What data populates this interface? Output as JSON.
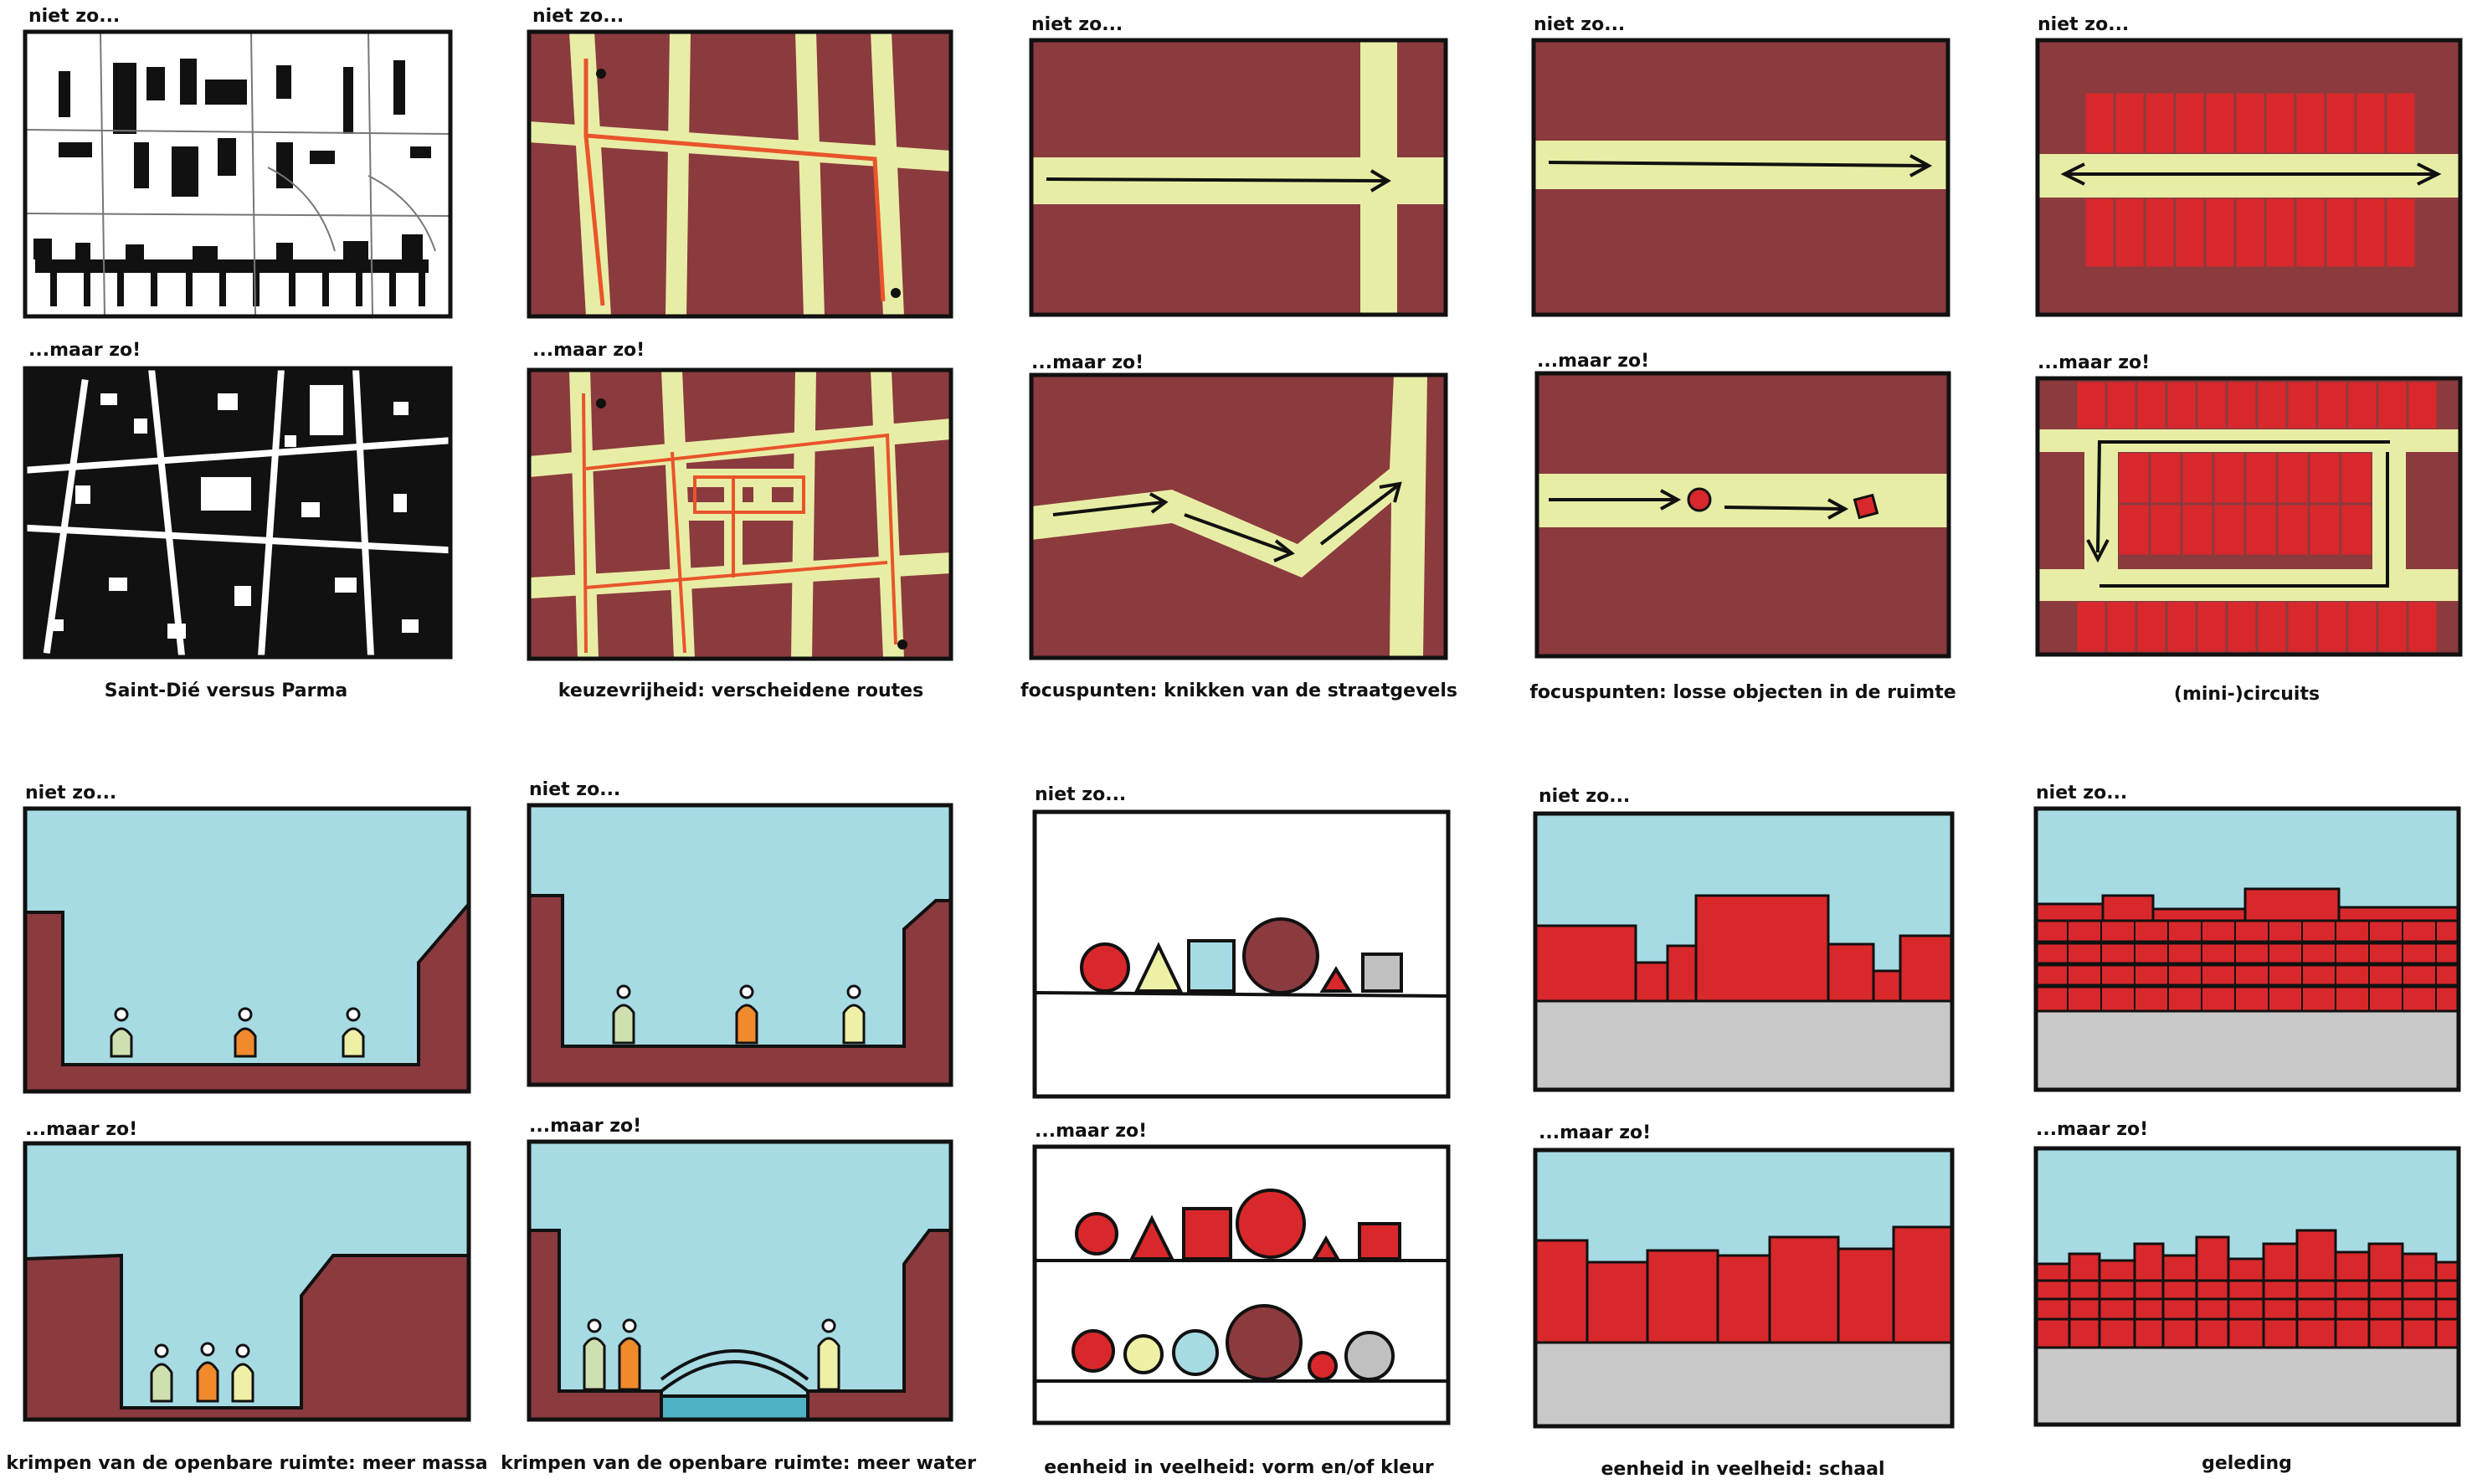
{
  "labels": {
    "before": "niet zo...",
    "after": "...maar zo!"
  },
  "captions": [
    "Saint-Dié versus Parma",
    "keuzevrijheid: verscheidene routes",
    "focuspunten: knikken van de straatgevels",
    "focuspunten: losse objecten in de ruimte",
    "(mini-)circuits",
    "krimpen van de openbare ruimte: meer massa",
    "krimpen van de openbare ruimte: meer water",
    "eenheid in veelheid: vorm en/of kleur",
    "eenheid in veelheid: schaal",
    "geleding"
  ],
  "colors": {
    "mass": "#8b3a3e",
    "street": "#e8eda6",
    "route": "#e9542a",
    "sky": "#a6dbe4",
    "red": "#d9282b",
    "ground": "#c8c8c8",
    "water": "#4fb1c4",
    "figure_green": "#cfe0b0",
    "figure_orange": "#f08a2c",
    "figure_yellow": "#eef0a6",
    "grey": "#c0c0c0"
  }
}
